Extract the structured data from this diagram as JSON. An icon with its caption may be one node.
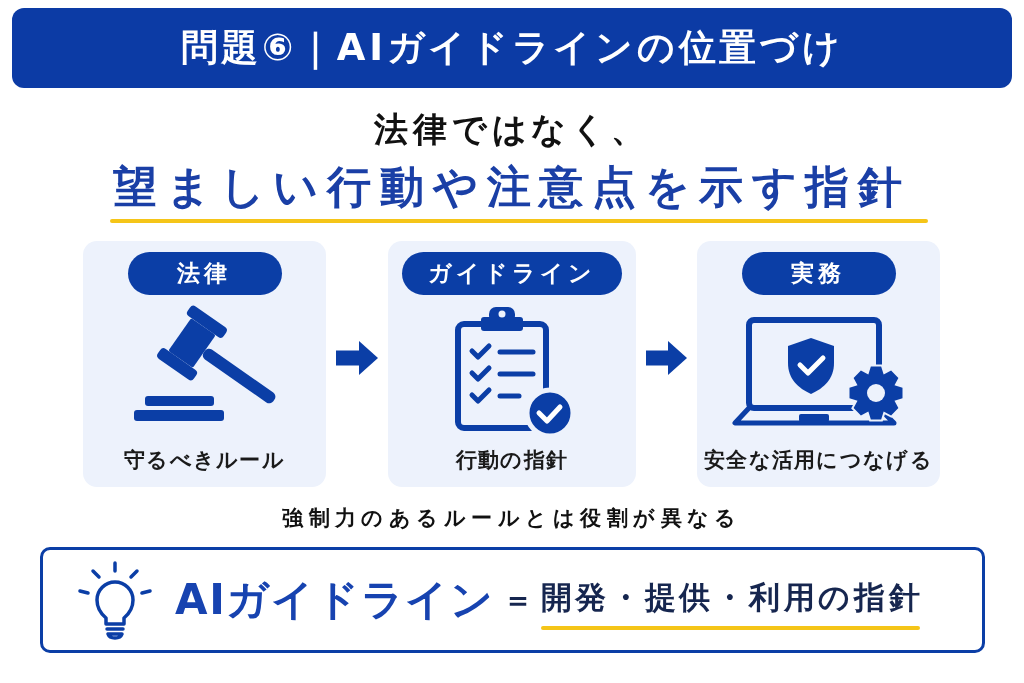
{
  "diagram": {
    "title": "問題⑥｜AIガイドラインの位置づけ",
    "nodes": [
      {
        "text": [
          "守るべきルール"
        ]
      },
      {
        "text": [
          "法律"
        ],
        "in": 0
      },
      {
        "text": [
          "行動の指針"
        ]
      },
      {
        "text": [
          "ガイドライン"
        ],
        "in": 2
      },
      {
        "text": [
          "安全な活用につなげる"
        ]
      },
      {
        "text": [
          "実務"
        ],
        "in": 4
      },
      {
        "text": [
          "AIガイドライン",
          "＝",
          "開発・提供・利用の指針"
        ]
      }
    ],
    "edges": [
      {
        "from": 0,
        "to": 2,
        "arrow": "to"
      },
      {
        "from": 2,
        "to": 4,
        "arrow": "to"
      }
    ],
    "labels": [
      "法律ではなく、",
      "望ましい行動や注意点を示す指針",
      "強制力のあるルールとは役割が異なる"
    ]
  }
}
